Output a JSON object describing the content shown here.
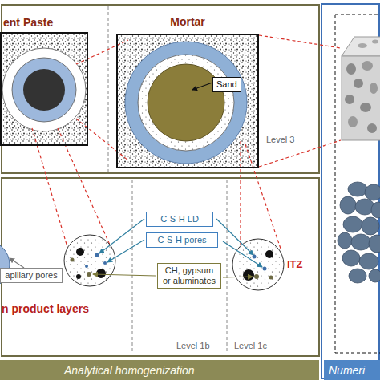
{
  "diagram": {
    "nodes": [
      {
        "text": [
          "ent Paste"
        ]
      },
      {
        "text": [
          "Mortar"
        ]
      },
      {
        "text": [
          "Sand"
        ],
        "in": 1
      },
      {
        "text": [
          "C-S-H LD"
        ]
      },
      {
        "text": [
          "C-S-H pores"
        ]
      },
      {
        "text": [
          "CH, gypsum or aluminates"
        ]
      },
      {
        "text": [
          "apillary pores"
        ]
      },
      {
        "text": [
          "Analytical homogenization"
        ]
      },
      {
        "text": [
          "Numeri"
        ]
      }
    ],
    "labels": [
      "Level 3",
      "ITZ",
      "n product layers",
      "Level 1b",
      "Level 1c"
    ]
  }
}
